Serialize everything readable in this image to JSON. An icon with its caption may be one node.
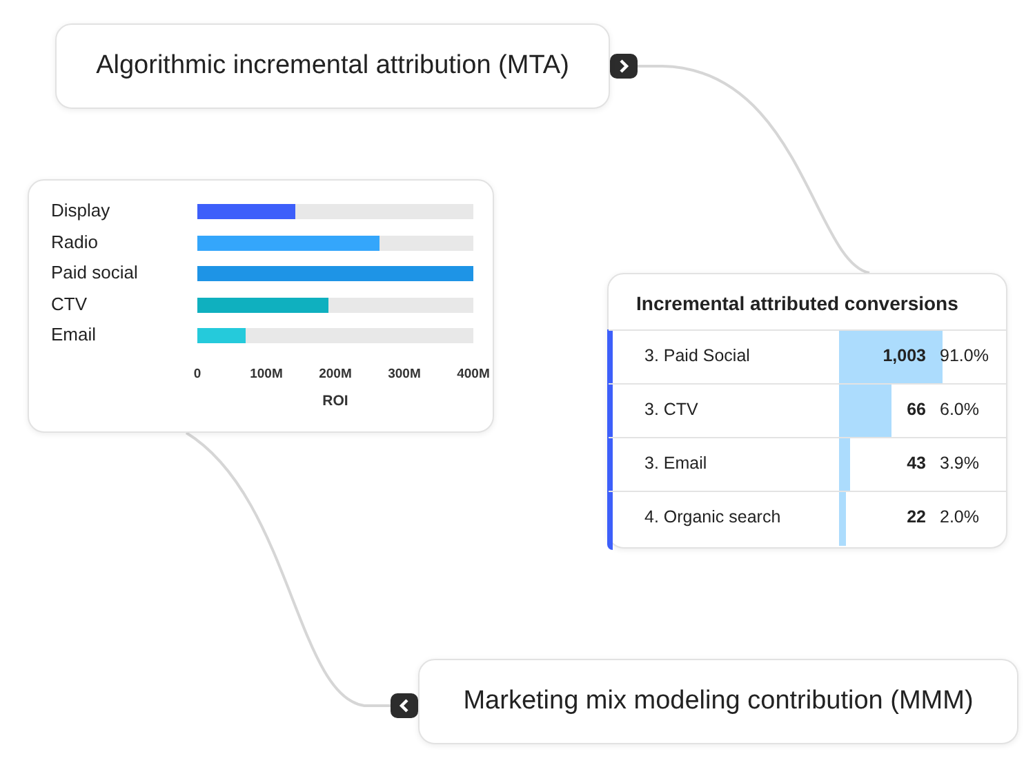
{
  "diagram": {
    "nodes": [
      {
        "text": [
          "Algorithmic incremental attribution (MTA)"
        ]
      },
      {
        "text": [],
        "shape": "box"
      },
      {
        "text": [
          "Incremental attributed conversions"
        ]
      },
      {
        "text": [
          "Marketing mix modeling contribution (MMM)"
        ]
      }
    ],
    "edges": [
      {
        "from": 0,
        "to": 2,
        "arrow": "other"
      },
      {
        "from": 3,
        "to": 1,
        "arrow": "other"
      }
    ],
    "labels": [
      "3. Paid Social",
      "1,003",
      "91.0%",
      "3. CTV",
      "66",
      "6.0%",
      "3. Email",
      "43",
      "3.9%",
      "4. Organic search",
      "22",
      "2.0%"
    ],
    "chart_data": {
      "type": "bar",
      "orientation": "horizontal",
      "xlabel": "ROI",
      "categories": [
        "Display",
        "Radio",
        "Paid social",
        "CTV",
        "Email"
      ],
      "series": [
        {
          "colors": [
            "#3d5ffa",
            "#34a6fb",
            "#1e94e6",
            "#0fb0bf",
            "#25cadb"
          ],
          "values": [
            142,
            264,
            400,
            190,
            70
          ]
        },
        {
          "color": "#e8e8e8",
          "values": [
            258,
            136,
            0,
            210,
            330
          ]
        }
      ],
      "stacked": true,
      "xlim": [
        0,
        400
      ],
      "xticks": [
        {
          "value": 0,
          "label": "0"
        },
        {
          "value": 100,
          "label": "100M"
        },
        {
          "value": 200,
          "label": "200M"
        },
        {
          "value": 300,
          "label": "300M"
        },
        {
          "value": 400,
          "label": "400M"
        }
      ]
    }
  }
}
